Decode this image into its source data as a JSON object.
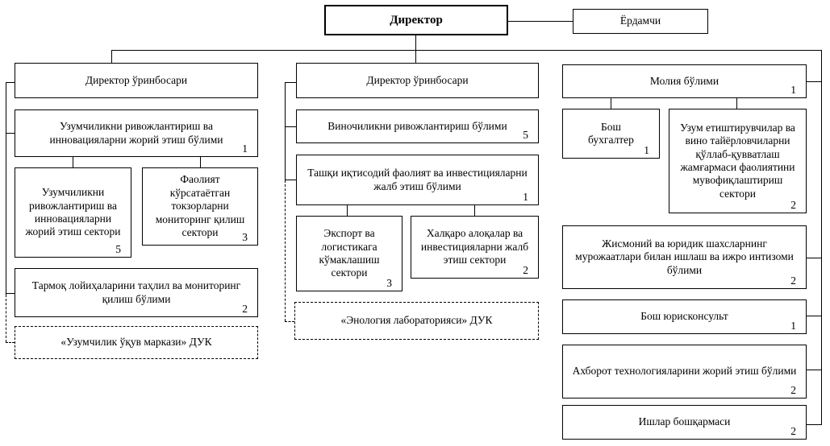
{
  "diagram": {
    "type": "organizational-chart",
    "colors": {
      "background": "#ffffff",
      "line": "#000000",
      "border": "#000000",
      "text": "#000000"
    },
    "boxes": {
      "director": {
        "label": "Директор"
      },
      "assistant": {
        "label": "Ёрдамчи"
      },
      "deputy1": {
        "label": "Директор ўринбосари"
      },
      "dept_uzum": {
        "label": "Узумчиликни ривожлантириш ва инновацияларни жорий этиш бўлими",
        "count": "1"
      },
      "sector_uzum": {
        "label": "Узумчиликни ривожлантириш ва инновацияларни жорий этиш сектори",
        "count": "5"
      },
      "sector_monitoring": {
        "label": "Фаолият кўрсатаётган токзорларни мониторинг қилиш сектори",
        "count": "3"
      },
      "dept_tarmoq": {
        "label": "Тармоқ лойиҳаларини таҳлил ва мониторинг қилиш бўлими",
        "count": "2"
      },
      "duk_uzum": {
        "label": "«Узумчилик ўқув маркази» ДУК"
      },
      "deputy2": {
        "label": "Директор ўринбосари"
      },
      "dept_vino": {
        "label": "Виночиликни ривожлантириш бўлими",
        "count": "5"
      },
      "dept_tashqi": {
        "label": "Ташқи иқтисодий фаолият ва инвестицияларни жалб этиш бўлими",
        "count": "1"
      },
      "sector_export": {
        "label": "Экспорт ва логистикага кўмаклашиш сектори",
        "count": "3"
      },
      "sector_xalqaro": {
        "label": "Халқаро алоқалар ва инвестицияларни жалб этиш сектори",
        "count": "2"
      },
      "duk_enologiya": {
        "label": "«Энология лабораторияси» ДУК"
      },
      "dept_moliya": {
        "label": "Молия бўлими",
        "count": "1"
      },
      "bosh_buxgalter": {
        "label": "Бош бухгалтер",
        "count": "1"
      },
      "sector_fond": {
        "label": "Узум етиштирувчилар ва вино тайёрловчиларни қўллаб-қувватлаш жамғармаси фаолиятини мувофиқлаштириш сектори",
        "count": "2"
      },
      "dept_jismoniy": {
        "label": "Жисмоний ва юридик шахсларнинг мурожаатлари билан ишлаш ва ижро интизоми бўлими",
        "count": "2"
      },
      "bosh_yuriskonsult": {
        "label": "Бош юрисконсульт",
        "count": "1"
      },
      "dept_axborot": {
        "label": "Ахборот технологияларини жорий этиш бўлими",
        "count": "2"
      },
      "ishlar": {
        "label": "Ишлар бошқармаси",
        "count": "2"
      }
    }
  }
}
